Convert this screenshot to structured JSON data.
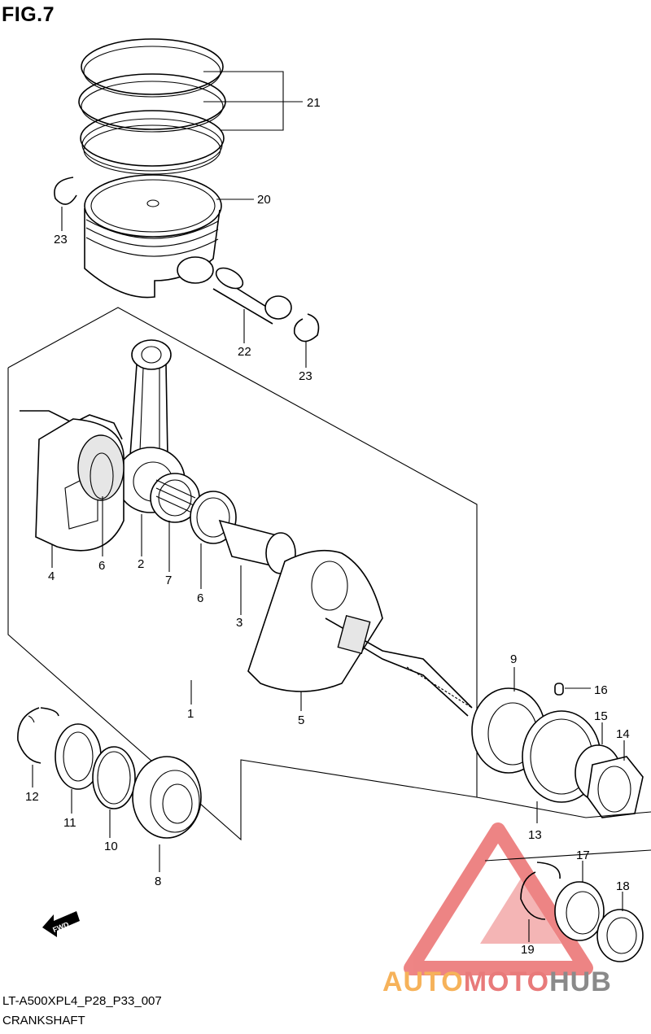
{
  "figure_label": "FIG.7",
  "drawing_code": "LT-A500XPL4_P28_P33_007",
  "caption": "CRANKSHAFT",
  "watermark": {
    "part1": "AUTO",
    "part2": "MOTO",
    "part3": "HUB"
  },
  "fwd_label": "FWD",
  "callouts": [
    "21",
    "20",
    "23",
    "22",
    "23",
    "4",
    "6",
    "2",
    "7",
    "6",
    "3",
    "1",
    "5",
    "9",
    "16",
    "15",
    "14",
    "13",
    "12",
    "11",
    "10",
    "8",
    "17",
    "18",
    "19"
  ],
  "colors": {
    "line": "#000000",
    "watermark_red": "#e85c5c",
    "watermark_orange": "#f6b25a",
    "watermark_gray": "#8a8a8a"
  }
}
